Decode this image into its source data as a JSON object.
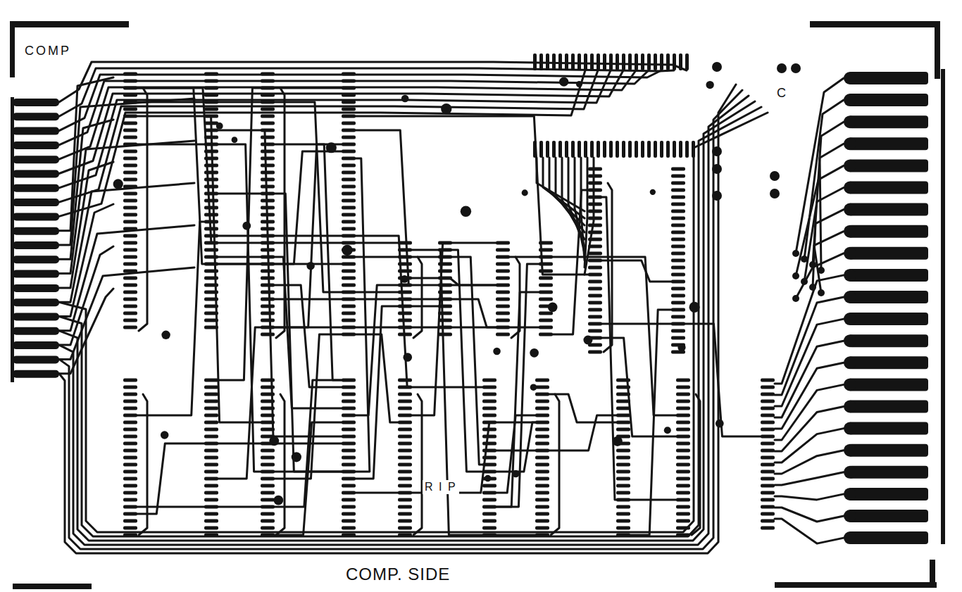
{
  "diagram": {
    "labels": [
      "COMP",
      "C",
      "R I P",
      "COMP. SIDE"
    ]
  }
}
